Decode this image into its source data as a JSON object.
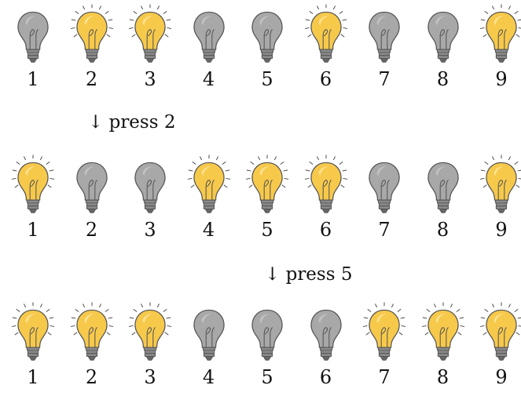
{
  "rows": [
    {
      "bulbs": [
        {
          "label": "1",
          "on": false
        },
        {
          "label": "2",
          "on": true
        },
        {
          "label": "3",
          "on": true
        },
        {
          "label": "4",
          "on": false
        },
        {
          "label": "5",
          "on": false
        },
        {
          "label": "6",
          "on": true
        },
        {
          "label": "7",
          "on": false
        },
        {
          "label": "8",
          "on": false
        },
        {
          "label": "9",
          "on": true
        }
      ]
    },
    {
      "bulbs": [
        {
          "label": "1",
          "on": true
        },
        {
          "label": "2",
          "on": false
        },
        {
          "label": "3",
          "on": false
        },
        {
          "label": "4",
          "on": true
        },
        {
          "label": "5",
          "on": true
        },
        {
          "label": "6",
          "on": true
        },
        {
          "label": "7",
          "on": false
        },
        {
          "label": "8",
          "on": false
        },
        {
          "label": "9",
          "on": true
        }
      ]
    },
    {
      "bulbs": [
        {
          "label": "1",
          "on": true
        },
        {
          "label": "2",
          "on": true
        },
        {
          "label": "3",
          "on": true
        },
        {
          "label": "4",
          "on": false
        },
        {
          "label": "5",
          "on": false
        },
        {
          "label": "6",
          "on": false
        },
        {
          "label": "7",
          "on": true
        },
        {
          "label": "8",
          "on": true
        },
        {
          "label": "9",
          "on": true
        }
      ]
    }
  ],
  "steps": [
    {
      "arrow": "↓",
      "text": "press 2"
    },
    {
      "arrow": "↓",
      "text": "press 5"
    }
  ],
  "colors": {
    "bulb_on": "#f7c94b",
    "bulb_on_highlight": "#fbe49a",
    "bulb_off": "#a8a8a8",
    "bulb_off_highlight": "#c4c4c4",
    "outline": "#555555",
    "base": "#8a8a8a"
  },
  "icons": {
    "on": "lit-bulb-icon",
    "off": "unlit-bulb-icon"
  }
}
